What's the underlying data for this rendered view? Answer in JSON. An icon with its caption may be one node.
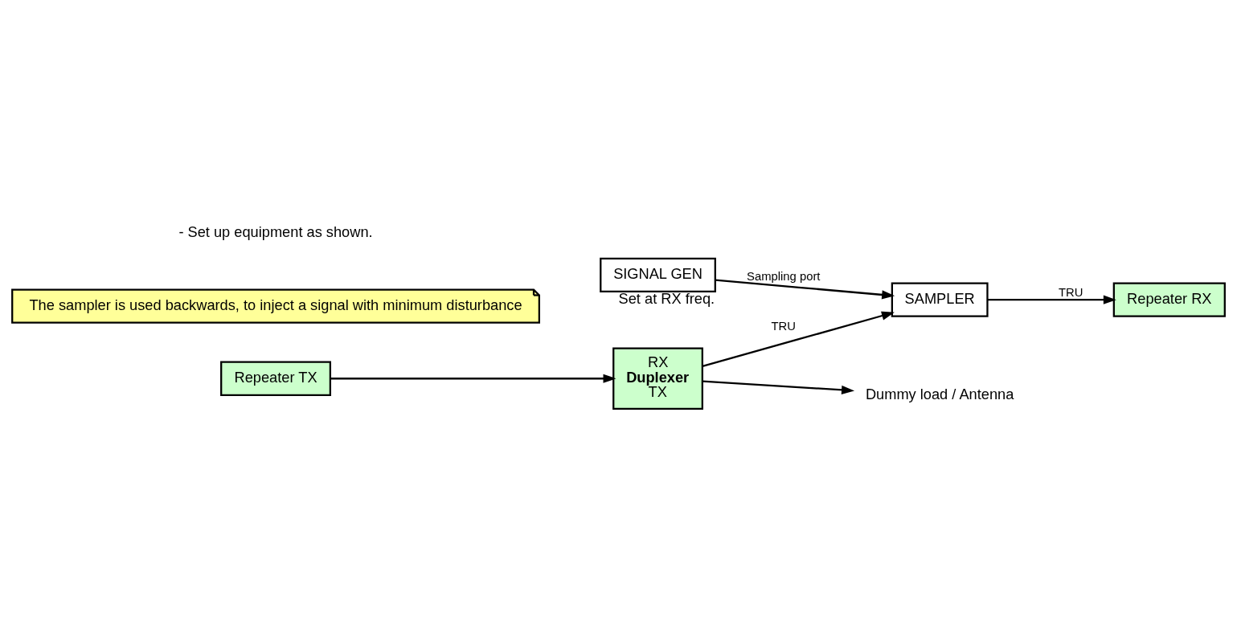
{
  "diagram": {
    "nodes": [
      {
        "text": [
          "SIGNAL GEN"
        ],
        "beside": [
          "Set at RX freq."
        ]
      },
      {
        "text": [
          "SAMPLER"
        ]
      },
      {
        "text": [
          "Repeater RX"
        ]
      },
      {
        "text": [
          "RX",
          "Duplexer",
          "TX"
        ]
      },
      {
        "text": [
          "Dummy load / Antenna"
        ]
      },
      {
        "text": [
          "Repeater TX"
        ]
      },
      {
        "text": [
          "The sampler is used backwards, to inject a signal with minimum disturbance"
        ]
      }
    ],
    "edges": [
      {
        "from": 0,
        "to": 1,
        "arrow": "to",
        "label": "Sampling port"
      },
      {
        "from": 3,
        "to": 1,
        "arrow": "to",
        "label": "TRU"
      },
      {
        "from": 1,
        "to": 2,
        "arrow": "to",
        "label": "TRU"
      },
      {
        "from": 3,
        "to": 4,
        "arrow": "to"
      },
      {
        "from": 5,
        "to": 3,
        "arrow": "to"
      }
    ],
    "labels": [
      "- Set up equipment as shown."
    ]
  }
}
